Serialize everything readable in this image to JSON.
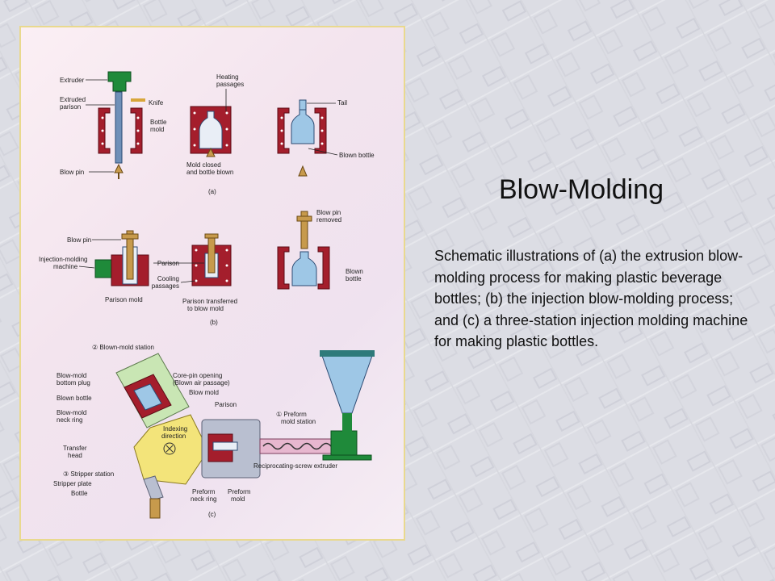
{
  "slide": {
    "title": "Blow-Molding",
    "caption": "Schematic illustrations of (a) the extrusion blow-molding process for making plastic beverage bottles; (b) the injection blow-molding process; and (c) a three-station injection molding machine for making plastic bottles."
  },
  "figure": {
    "panel_a": {
      "label": "(a)",
      "extruder": "Extruder",
      "extruded_parison_1": "Extruded",
      "extruded_parison_2": "parison",
      "knife": "Knife",
      "bottle_mold_1": "Bottle",
      "bottle_mold_2": "mold",
      "blow_pin": "Blow pin",
      "heating_passages_1": "Heating",
      "heating_passages_2": "passages",
      "mold_closed_1": "Mold closed",
      "mold_closed_2": "and bottle blown",
      "tail": "Tail",
      "blown_bottle": "Blown bottle"
    },
    "panel_b": {
      "label": "(b)",
      "blow_pin": "Blow pin",
      "injection_machine_1": "Injection-molding",
      "injection_machine_2": "machine",
      "parison_mold": "Parison mold",
      "parison": "Parison",
      "cooling_passages_1": "Cooling",
      "cooling_passages_2": "passages",
      "parison_transferred_1": "Parison transferred",
      "parison_transferred_2": "to blow mold",
      "blow_pin_removed_1": "Blow pin",
      "blow_pin_removed_2": "removed",
      "blown_bottle_1": "Blown",
      "blown_bottle_2": "bottle"
    },
    "panel_c": {
      "label": "(c)",
      "blown_mold_station": "② Blown-mold station",
      "core_pin_1": "Core-pin opening",
      "core_pin_2": "(Blown air passage)",
      "blow_mold": "Blow mold",
      "bottom_plug_1": "Blow-mold",
      "bottom_plug_2": "bottom plug",
      "blown_bottle": "Blown bottle",
      "neck_ring_1": "Blow-mold",
      "neck_ring_2": "neck ring",
      "parison": "Parison",
      "indexing_1": "Indexing",
      "indexing_2": "direction",
      "preform_station_1": "① Preform",
      "preform_station_2": "mold station",
      "transfer_head_1": "Transfer",
      "transfer_head_2": "head",
      "screw_extruder": "Reciprocating-screw extruder",
      "stripper_station": "③ Stripper station",
      "stripper_plate": "Stripper plate",
      "bottle": "Bottle",
      "preform_neck_1": "Preform",
      "preform_neck_2": "neck ring",
      "preform_mold_1": "Preform",
      "preform_mold_2": "mold"
    }
  },
  "colors": {
    "mold_red": "#a41e2c",
    "bottle_blue": "#9ec7e6",
    "extruder_green": "#1f8a3a",
    "brass": "#c79a4c",
    "station_green": "#c9e6b4",
    "indexing_yellow": "#f3e47a",
    "steel_gray": "#b9bfd0"
  }
}
